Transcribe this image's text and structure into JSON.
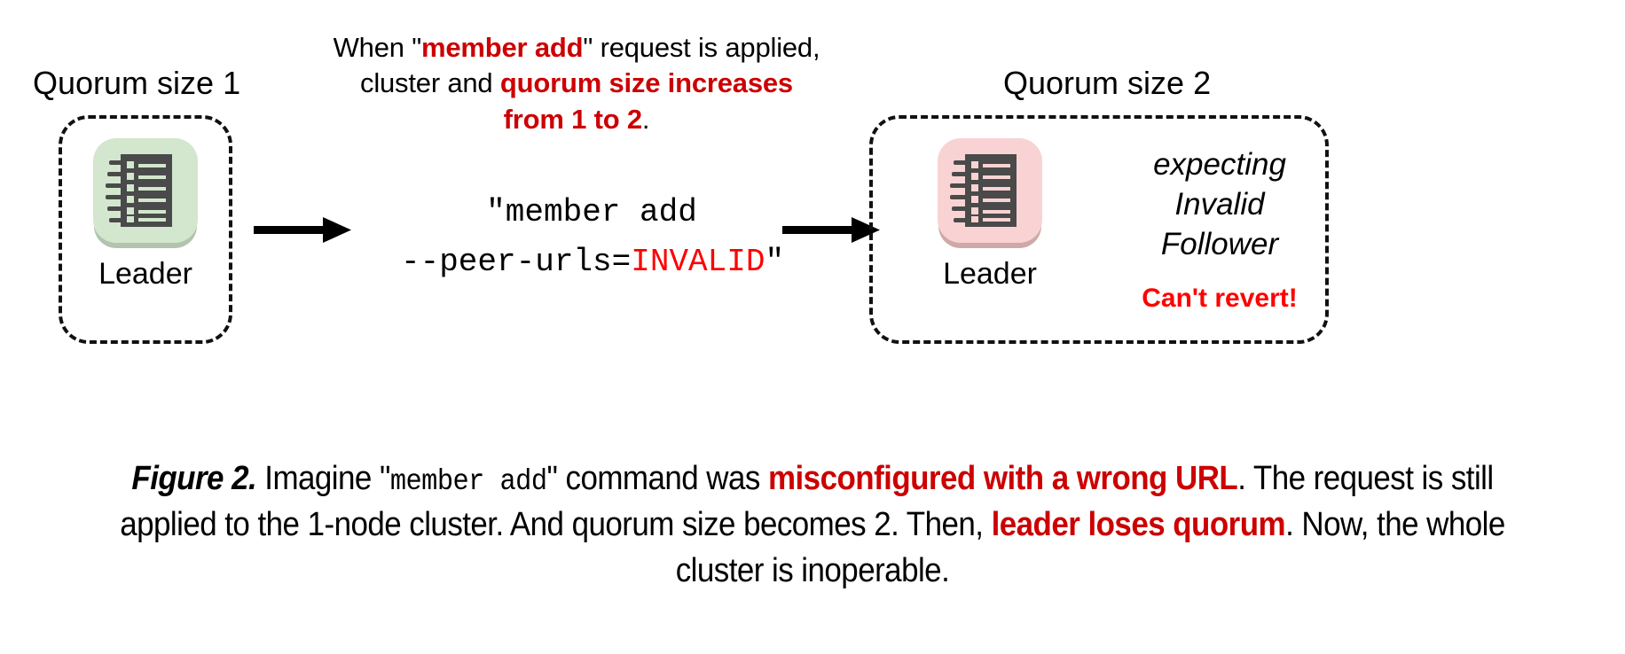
{
  "figure": {
    "colors": {
      "dark_red": "#cc0000",
      "bright_red": "#ff0000",
      "green_tile": "#d3e6ce",
      "pink_tile": "#f9d3d3",
      "icon_body": "#4a4a4a",
      "border": "#111111"
    },
    "top_note": {
      "line1_a": "When \"",
      "line1_b": "member add",
      "line1_c": "\" request is applied,",
      "line2_a": "cluster and ",
      "line2_b": "quorum size increases",
      "line3_a": "from 1 to 2",
      "line3_b": "."
    },
    "clusters": {
      "left": {
        "title": "Quorum size 1",
        "node_label": "Leader",
        "tile_color": "green",
        "icon": "ledger-icon"
      },
      "right": {
        "title": "Quorum size 2",
        "node_label": "Leader",
        "tile_color": "pink",
        "icon": "ledger-icon",
        "side_lines": [
          "expecting",
          "Invalid",
          "Follower"
        ],
        "warning": "Can't revert!"
      }
    },
    "command": {
      "line1": "\"member add",
      "line2_prefix": "--peer-urls=",
      "line2_value": "INVALID",
      "line2_suffix": "\""
    },
    "arrows": {
      "arrow_1": "right-arrow-icon",
      "arrow_2": "right-arrow-icon"
    },
    "caption": {
      "label": "Figure 2.",
      "seg1": " Imagine \"",
      "mono1": "member add",
      "seg2": "\" command was ",
      "red1": "misconfigured with a wrong URL",
      "seg3": ". The request is still applied to the 1-node cluster. And quorum size becomes 2. Then, ",
      "red2": "leader loses quorum",
      "seg4": ". Now, the whole cluster is inoperable."
    }
  }
}
